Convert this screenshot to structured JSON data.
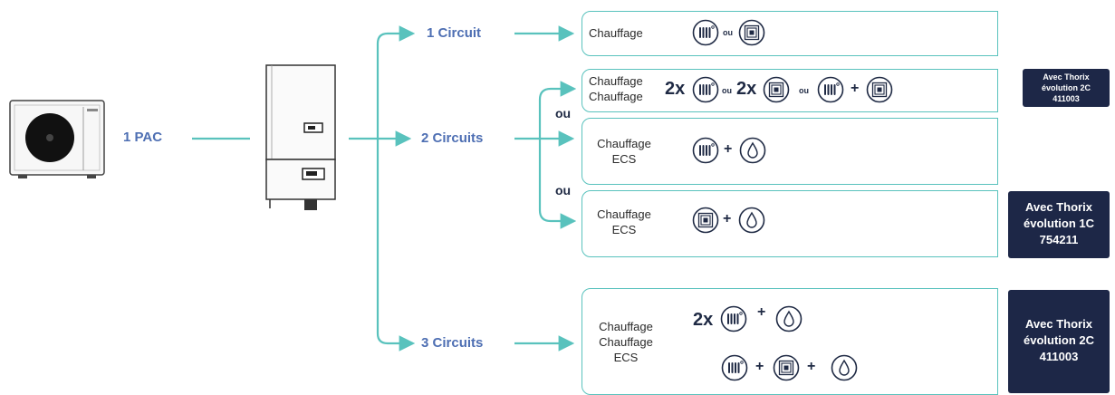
{
  "source_label": "1 PAC",
  "branches": {
    "one": "1 Circuit",
    "two": "2 Circuits",
    "three": "3 Circuits"
  },
  "connector_or": "ou",
  "multiplier": "2x",
  "plus": "+",
  "cards": {
    "c1": {
      "label": "Chauffage"
    },
    "c2": {
      "label_line1": "Chauffage",
      "label_line2": "Chauffage"
    },
    "c3": {
      "label_line1": "Chauffage",
      "label_line2": "ECS"
    },
    "c4": {
      "label_line1": "Chauffage",
      "label_line2": "ECS"
    },
    "c5": {
      "label_line1": "Chauffage",
      "label_line2": "Chauffage",
      "label_line3": "ECS"
    }
  },
  "badges": {
    "b1": {
      "line1": "Avec Thorix",
      "line2": "évolution 2C",
      "line3": "411003"
    },
    "b2": {
      "line1": "Avec Thorix",
      "line2": "évolution 1C",
      "line3": "754211"
    },
    "b3": {
      "line1": "Avec Thorix",
      "line2": "évolution 2C",
      "line3": "411003"
    }
  },
  "icons": {
    "radiator": "radiator-icon",
    "floor": "underfloor-heating-icon",
    "water": "water-drop-icon"
  },
  "colors": {
    "connector": "#59c2bd",
    "label_blue": "#4e6fb3",
    "badge_bg": "#1d2747",
    "text_dark": "#1f2a44"
  }
}
